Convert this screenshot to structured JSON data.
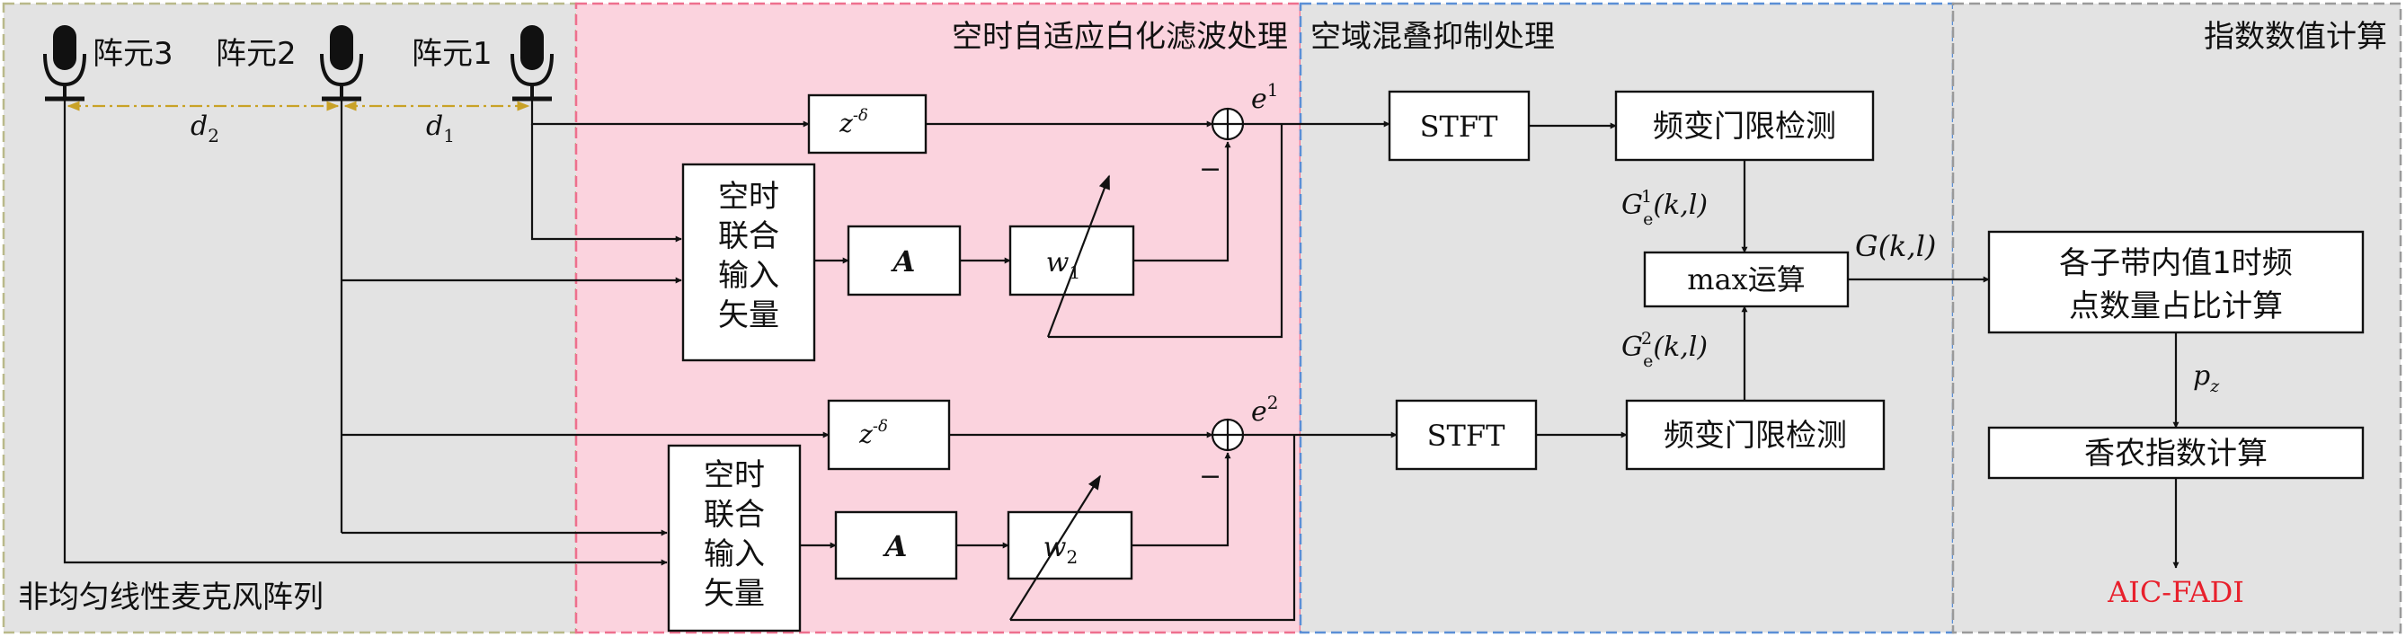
{
  "colors": {
    "panel_gray": "#e3e3e3",
    "panel_pink": "#fbd3de",
    "border_olive": "#b9b98a",
    "border_pink": "#ee6f8e",
    "border_blue": "#5b8fd6",
    "border_gray": "#9a9a9a",
    "output_red": "#e8202c",
    "dim_gold": "#c9a227"
  },
  "sections": {
    "array": "非均匀线性麦克风阵列",
    "adaptive": "空时自适应白化滤波处理",
    "spatial": "空域混叠抑制处理",
    "index": "指数数值计算"
  },
  "mics": {
    "labels": [
      "阵元3",
      "阵元2",
      "阵元1"
    ],
    "d2": "d",
    "d2_sub": "2",
    "d1": "d",
    "d1_sub": "1",
    "icon": "microphone-icon"
  },
  "blocks": {
    "delay": "z",
    "delay_sup": "-δ",
    "stj_lines": [
      "空时",
      "联合",
      "输入",
      "矢量"
    ],
    "A": "A",
    "w": "w",
    "w1_sub": "1",
    "w2_sub": "2",
    "stft": "STFT",
    "detect": "频变门限检测",
    "max": "max运算",
    "ratio_lines": [
      "各子带内值1时频",
      "点数量占比计算"
    ],
    "shannon": "香农指数计算",
    "output": "AIC-FADI"
  },
  "signals": {
    "e": "e",
    "e1_sup": "1",
    "e2_sup": "2",
    "minus": "−",
    "G_main": "G",
    "G_args": "(k,l)",
    "Ge": "G",
    "Ge_sub": "e",
    "Ge1_sup": "1",
    "Ge2_sup": "2",
    "pz": "p",
    "pz_sub": "z"
  }
}
